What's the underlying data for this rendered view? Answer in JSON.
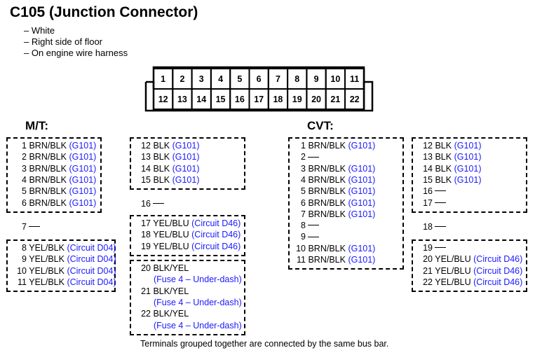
{
  "title": "C105 (Junction Connector)",
  "notes": [
    "– White",
    "– Right side of floor",
    "– On engine wire harness"
  ],
  "connector": {
    "top_row": [
      "1",
      "2",
      "3",
      "4",
      "5",
      "6",
      "7",
      "8",
      "9",
      "10",
      "11"
    ],
    "bottom_row": [
      "12",
      "13",
      "14",
      "15",
      "16",
      "17",
      "18",
      "19",
      "20",
      "21",
      "22"
    ]
  },
  "sections": {
    "mt": "M/T:",
    "cvt": "CVT:"
  },
  "mt": {
    "group1": [
      {
        "num": "1",
        "wire": "BRN/BLK",
        "ref": "(G101)"
      },
      {
        "num": "2",
        "wire": "BRN/BLK",
        "ref": "(G101)"
      },
      {
        "num": "3",
        "wire": "BRN/BLK",
        "ref": "(G101)"
      },
      {
        "num": "4",
        "wire": "BRN/BLK",
        "ref": "(G101)"
      },
      {
        "num": "5",
        "wire": "BRN/BLK",
        "ref": "(G101)"
      },
      {
        "num": "6",
        "wire": "BRN/BLK",
        "ref": "(G101)"
      }
    ],
    "single7": {
      "num": "7"
    },
    "group2": [
      {
        "num": "8",
        "wire": "YEL/BLK",
        "ref": "(Circuit D04)"
      },
      {
        "num": "9",
        "wire": "YEL/BLK",
        "ref": "(Circuit D04)"
      },
      {
        "num": "10",
        "wire": "YEL/BLK",
        "ref": "(Circuit D04)"
      },
      {
        "num": "11",
        "wire": "YEL/BLK",
        "ref": "(Circuit D04)"
      }
    ],
    "group3": [
      {
        "num": "12",
        "wire": "BLK",
        "ref": "(G101)"
      },
      {
        "num": "13",
        "wire": "BLK",
        "ref": "(G101)"
      },
      {
        "num": "14",
        "wire": "BLK",
        "ref": "(G101)"
      },
      {
        "num": "15",
        "wire": "BLK",
        "ref": "(G101)"
      }
    ],
    "single16": {
      "num": "16"
    },
    "group4": [
      {
        "num": "17",
        "wire": "YEL/BLU",
        "ref": "(Circuit D46)"
      },
      {
        "num": "18",
        "wire": "YEL/BLU",
        "ref": "(Circuit D46)"
      },
      {
        "num": "19",
        "wire": "YEL/BLU",
        "ref": "(Circuit D46)"
      }
    ],
    "group5": [
      {
        "num": "20",
        "wire": "BLK/YEL",
        "ref": "(Fuse 4 – Under-dash)"
      },
      {
        "num": "21",
        "wire": "BLK/YEL",
        "ref": "(Fuse 4 – Under-dash)"
      },
      {
        "num": "22",
        "wire": "BLK/YEL",
        "ref": "(Fuse 4 – Under-dash)"
      }
    ]
  },
  "cvt": {
    "group1": [
      {
        "num": "1",
        "wire": "BRN/BLK",
        "ref": "(G101)"
      },
      {
        "num": "2",
        "wire": "",
        "ref": ""
      },
      {
        "num": "3",
        "wire": "BRN/BLK",
        "ref": "(G101)"
      },
      {
        "num": "4",
        "wire": "BRN/BLK",
        "ref": "(G101)"
      },
      {
        "num": "5",
        "wire": "BRN/BLK",
        "ref": "(G101)"
      },
      {
        "num": "6",
        "wire": "BRN/BLK",
        "ref": "(G101)"
      },
      {
        "num": "7",
        "wire": "BRN/BLK",
        "ref": "(G101)"
      },
      {
        "num": "8",
        "wire": "",
        "ref": ""
      },
      {
        "num": "9",
        "wire": "",
        "ref": ""
      },
      {
        "num": "10",
        "wire": "BRN/BLK",
        "ref": "(G101)"
      },
      {
        "num": "11",
        "wire": "BRN/BLK",
        "ref": "(G101)"
      }
    ],
    "group2": [
      {
        "num": "12",
        "wire": "BLK",
        "ref": "(G101)"
      },
      {
        "num": "13",
        "wire": "BLK",
        "ref": "(G101)"
      },
      {
        "num": "14",
        "wire": "BLK",
        "ref": "(G101)"
      },
      {
        "num": "15",
        "wire": "BLK",
        "ref": "(G101)"
      },
      {
        "num": "16",
        "wire": "",
        "ref": ""
      },
      {
        "num": "17",
        "wire": "",
        "ref": ""
      }
    ],
    "single18": {
      "num": "18"
    },
    "group3": [
      {
        "num": "19",
        "wire": "",
        "ref": ""
      },
      {
        "num": "20",
        "wire": "YEL/BLU",
        "ref": "(Circuit D46)"
      },
      {
        "num": "21",
        "wire": "YEL/BLU",
        "ref": "(Circuit D46)"
      },
      {
        "num": "22",
        "wire": "YEL/BLU",
        "ref": "(Circuit D46)"
      }
    ]
  },
  "footer": "Terminals grouped together are connected by the same bus bar.",
  "colors": {
    "ref": "#1a1aff",
    "line": "#000000"
  }
}
